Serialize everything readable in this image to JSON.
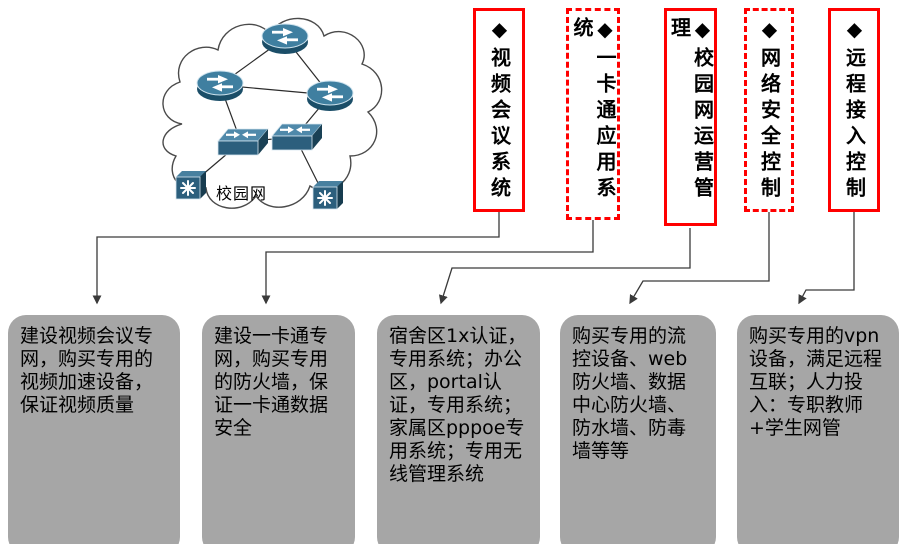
{
  "network": {
    "label": "校园网"
  },
  "topics": [
    {
      "label": "◆视频会议系统",
      "border": "solid"
    },
    {
      "label": "◆一卡通应用系统",
      "border": "dashed"
    },
    {
      "label": "◆校园网运营管理",
      "border": "solid"
    },
    {
      "label": "◆网络安全控制",
      "border": "dashed"
    },
    {
      "label": "◆远程接入控制",
      "border": "solid"
    }
  ],
  "details": [
    {
      "text": "建设视频会议专网，购买专用的视频加速设备，保证视频质量"
    },
    {
      "text": "建设一卡通专网，购买专用的防火墙，保证一卡通数据安全"
    },
    {
      "text": "宿舍区1x认证，专用系统；办公区，portal认证，专用系统；家属区pppoe专用系统；专用无线管理系统"
    },
    {
      "text": "购买专用的流控设备、web防火墙、数据中心防火墙、防水墙、防毒墙等等"
    },
    {
      "text": "购买专用的vpn设备，满足远程互联；人力投入：专职教师+学生网管"
    }
  ],
  "colors": {
    "topic_border": "#ff0000",
    "detail_background": "#a6a6a6",
    "device_fill": "#31859c"
  },
  "icons": [
    "router-icon",
    "switch-icon",
    "lan-switch-icon",
    "cloud-shape",
    "arrow-connector"
  ]
}
